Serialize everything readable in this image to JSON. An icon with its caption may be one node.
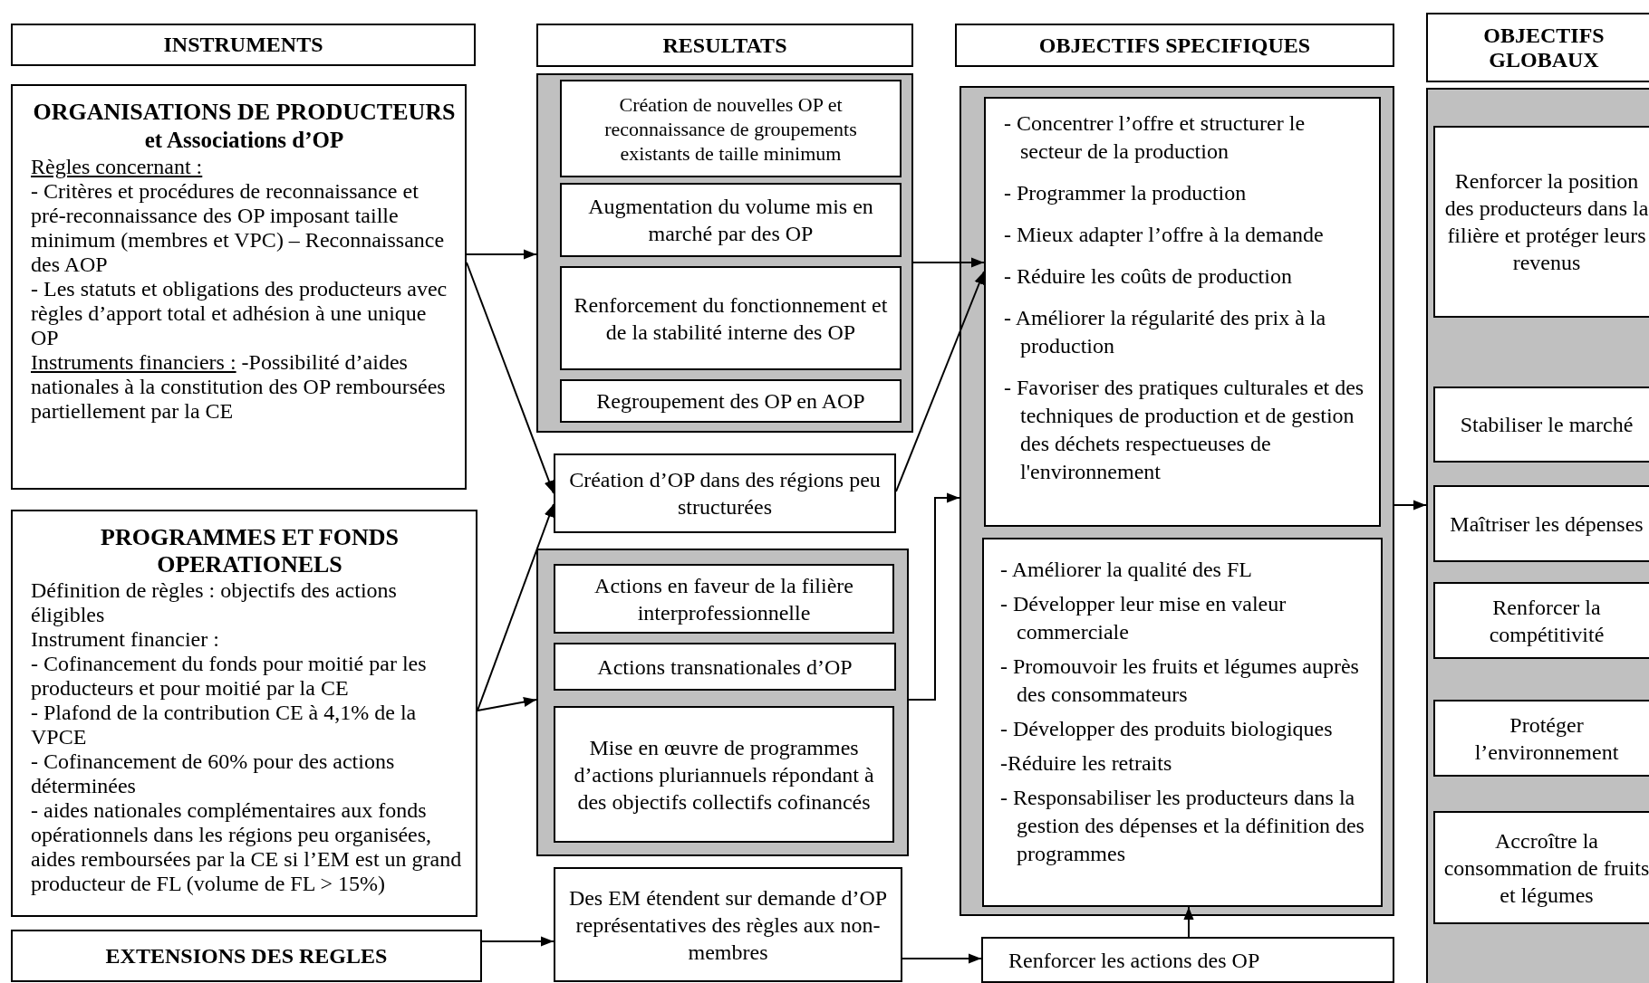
{
  "diagram": {
    "nodes": [
      {
        "text": [
          "INSTRUMENTS"
        ]
      },
      {
        "text": [
          "RESULTATS"
        ]
      },
      {
        "text": [
          "OBJECTIFS SPECIFIQUES"
        ]
      },
      {
        "text": [
          "OBJECTIFS GLOBAUX"
        ]
      },
      {
        "text": [
          "ORGANISATIONS DE PRODUCTEURS",
          "et Associations d’OP",
          "Règles concernant :",
          "- Critères et procédures de reconnaissance et pré-reconnaissance des OP imposant taille minimum (membres et VPC) – Reconnaissance des AOP",
          "- Les statuts et obligations des producteurs avec règles d’apport total et adhésion à une unique OP",
          "Instruments financiers :",
          "-Possibilité d’aides nationales à la constitution des OP remboursées partiellement par la CE"
        ]
      },
      {
        "text": [
          "PROGRAMMES ET FONDS OPERATIONELS",
          "Définition de règles : objectifs des actions éligibles",
          "Instrument financier :",
          "- Cofinancement du fonds pour moitié par les producteurs et pour moitié par la CE",
          "- Plafond de la contribution CE à 4,1% de la VPCE",
          "- Cofinancement de 60% pour des actions déterminées",
          "- aides nationales complémentaires aux fonds opérationnels dans les régions peu organisées, aides remboursées par la CE si l’EM est un grand producteur de FL (volume de FL > 15%)"
        ]
      },
      {
        "text": [
          "EXTENSIONS DES REGLES"
        ]
      },
      {
        "text": [],
        "shape": "box"
      },
      {
        "text": [
          "Création de nouvelles OP et reconnaissance de groupements existants de taille minimum"
        ],
        "in": 7
      },
      {
        "text": [
          "Augmentation du volume mis en marché par des OP"
        ],
        "in": 7
      },
      {
        "text": [
          "Renforcement du fonctionnement et de la stabilité interne des OP"
        ],
        "in": 7
      },
      {
        "text": [
          "Regroupement des OP en AOP"
        ],
        "in": 7
      },
      {
        "text": [
          "Création d’OP dans des régions peu structurées"
        ]
      },
      {
        "text": [],
        "shape": "box"
      },
      {
        "text": [
          "Actions en faveur de la filière interprofessionnelle"
        ],
        "in": 13
      },
      {
        "text": [
          "Actions transnationales d’OP"
        ],
        "in": 13
      },
      {
        "text": [
          "Mise en œuvre de programmes d’actions pluriannuels répondant à des objectifs collectifs cofinancés"
        ],
        "in": 13
      },
      {
        "text": [
          "Des EM étendent sur demande d’OP représentatives des règles aux non-membres"
        ]
      },
      {
        "text": [],
        "shape": "box"
      },
      {
        "text": [
          "- Concentrer l’offre et structurer le secteur de la production",
          "- Programmer la production",
          "- Mieux adapter l’offre à la demande",
          "- Réduire les coûts de production",
          "- Améliorer la régularité des prix à la production",
          "- Favoriser des pratiques culturales et des techniques de production et de gestion des déchets respectueuses de l'environnement"
        ],
        "in": 18
      },
      {
        "text": [
          "- Améliorer la qualité des FL",
          "- Développer leur mise en valeur commerciale",
          "- Promouvoir les fruits et légumes auprès des consommateurs",
          "- Développer des produits biologiques",
          "-Réduire les retraits",
          "- Responsabiliser les producteurs dans la gestion des dépenses et la définition des programmes"
        ],
        "in": 18
      },
      {
        "text": [
          "Renforcer les actions des OP"
        ]
      },
      {
        "text": [],
        "shape": "box"
      },
      {
        "text": [
          "Renforcer la position des producteurs dans la filière et protéger leurs revenus"
        ],
        "in": 22
      },
      {
        "text": [
          "Stabiliser le marché"
        ],
        "in": 22
      },
      {
        "text": [
          "Maîtriser les dépenses"
        ],
        "in": 22
      },
      {
        "text": [
          "Renforcer la compétitivité"
        ],
        "in": 22
      },
      {
        "text": [
          "Protéger l’environnement"
        ],
        "in": 22
      },
      {
        "text": [
          "Accroître la consommation de fruits et légumes"
        ],
        "in": 22
      }
    ],
    "edges": [
      {
        "from": 4,
        "to": 7,
        "arrow": "to"
      },
      {
        "from": 4,
        "to": 12,
        "arrow": "to"
      },
      {
        "from": 5,
        "to": 12,
        "arrow": "to"
      },
      {
        "from": 5,
        "to": 13,
        "arrow": "to"
      },
      {
        "from": 7,
        "to": 19,
        "arrow": "to"
      },
      {
        "from": 12,
        "to": 19,
        "arrow": "to"
      },
      {
        "from": 13,
        "to": 18,
        "arrow": "to"
      },
      {
        "from": 18,
        "to": 22,
        "arrow": "to"
      },
      {
        "from": 6,
        "to": 17,
        "arrow": "to"
      },
      {
        "from": 17,
        "to": 21,
        "arrow": "to"
      },
      {
        "from": 21,
        "to": 20,
        "arrow": "to"
      }
    ]
  }
}
